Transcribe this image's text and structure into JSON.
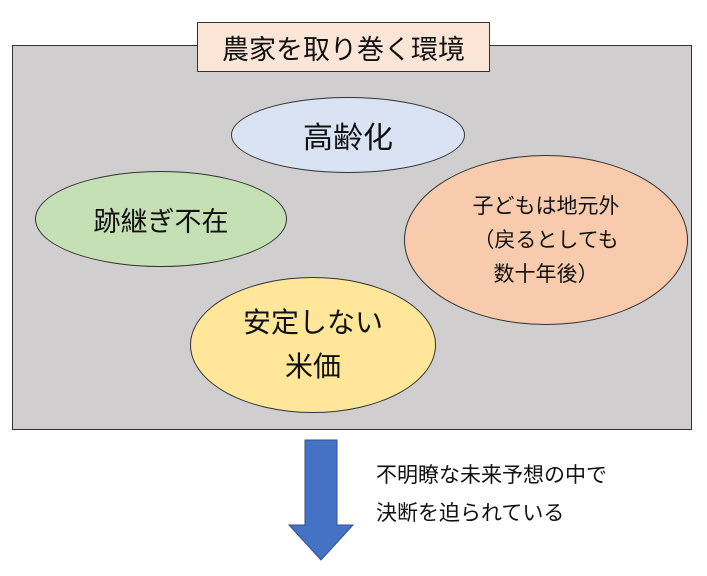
{
  "title": "農家を取り巻く環境",
  "factors": {
    "aging": "高齢化",
    "successor": "跡継ぎ不在",
    "children": [
      "子どもは地元外",
      "（戻るとしても",
      "数十年後）"
    ],
    "price": [
      "安定しない",
      "米価"
    ]
  },
  "note": [
    "不明瞭な未来予想の中で",
    "決断を迫られている"
  ],
  "colors": {
    "panel": "#d0cece",
    "title": "#fbe5d6",
    "aging": "#dae3f3",
    "successor": "#c5e0b4",
    "children": "#f8cbad",
    "price": "#ffe699",
    "arrow": "#4472c4"
  }
}
